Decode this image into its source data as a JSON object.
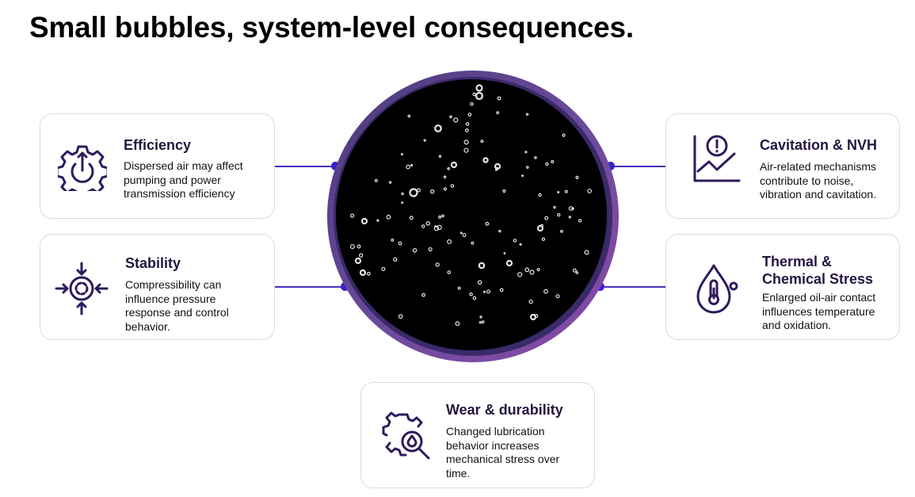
{
  "title": "Small bubbles, system-level consequences.",
  "cards": {
    "efficiency": {
      "heading": "Efficiency",
      "body": "Dispersed air may affect pumping and power transmission efficiency",
      "icon": "gear-power-icon"
    },
    "stability": {
      "heading": "Stability",
      "body": "Compressibility can influence pressure response and control behavior.",
      "icon": "compression-target-icon"
    },
    "cavitation": {
      "heading": "Cavitation & NVH",
      "body": "Air-related mechanisms contribute to noise, vibration and cavitation.",
      "icon": "warning-chart-icon"
    },
    "thermal": {
      "heading": "Thermal & Chemical Stress",
      "body": "Enlarged oil-air contact influences temperature and oxidation.",
      "icon": "thermometer-drop-icon"
    },
    "wear": {
      "heading": "Wear & durability",
      "body": "Changed lubrication behavior increases mechanical stress over time.",
      "icon": "gear-magnifier-icon"
    }
  },
  "colors": {
    "accent": "#4a2ec0",
    "ring": "#5b3d8f",
    "icon": "#2e1a5c"
  }
}
